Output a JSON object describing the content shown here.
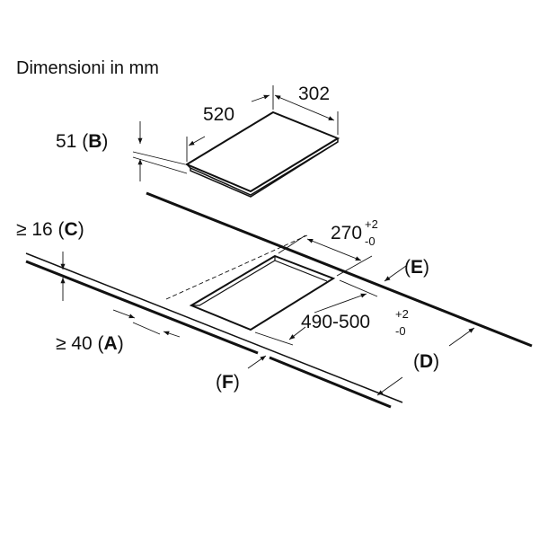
{
  "title": "Dimensioni in mm",
  "dims": {
    "hob_depth": "520",
    "hob_width": "302",
    "hob_height_value": "51",
    "hob_height_letter": "B",
    "min_front_thickness_prefix": "≥ 16 (",
    "min_front_thickness_letter": "C",
    "cutout_width": "270",
    "cutout_width_tol_plus": "+2",
    "cutout_width_tol_minus": "-0",
    "cutout_depth": "490-500",
    "cutout_depth_tol_plus": "+2",
    "cutout_depth_tol_minus": "-0",
    "min_front_distance_prefix": "≥ 40 (",
    "min_front_distance_letter": "A",
    "label_e": "E",
    "label_d": "D",
    "label_f": "F"
  }
}
